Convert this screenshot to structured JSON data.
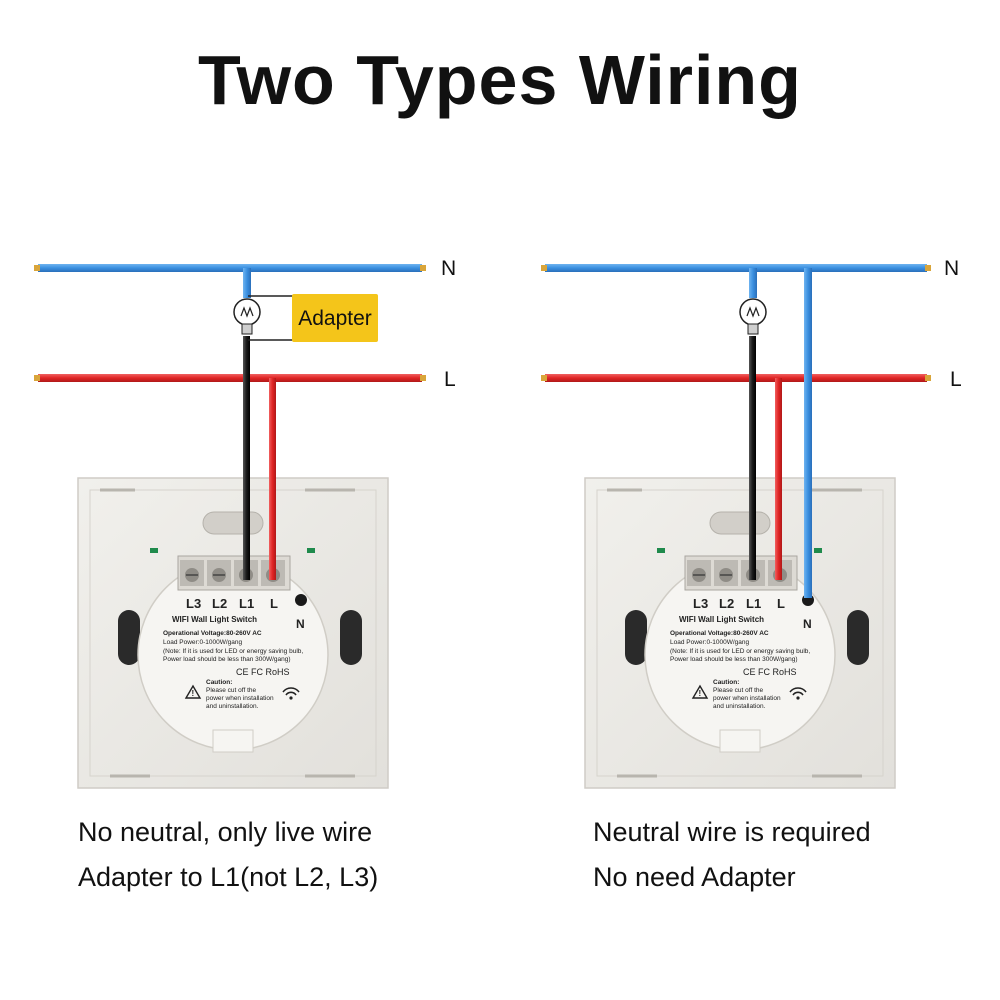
{
  "title": "Two Types Wiring",
  "colors": {
    "neutral_wire": "#3a8fe0",
    "live_wire": "#e02424",
    "load_wire": "#1a1a1a",
    "adapter_box": "#f4c51a",
    "panel": "#eceae6"
  },
  "diagrams": [
    {
      "neutral_label": "N",
      "live_label": "L",
      "adapter_label": "Adapter",
      "terminals": [
        "L3",
        "L2",
        "L1",
        "L"
      ],
      "neutral_terminal": "N",
      "module_title": "WIFI Wall Light Switch",
      "spec_voltage": "Operational Voltage:80-260V AC",
      "spec_power": "Load Power:0-1000W/gang",
      "spec_note1": "(Note: If it is used for LED or energy saving bulb,",
      "spec_note2": "Power load should be less than 300W/gang)",
      "cert_marks": "CE FC RoHS",
      "caution_title": "Caution:",
      "caution_line1": "Please cut off the",
      "caution_line2": "power when installation",
      "caution_line3": "and uninstallation.",
      "caption_line1": "No neutral, only live wire",
      "caption_line2": "Adapter to L1(not L2, L3)"
    },
    {
      "neutral_label": "N",
      "live_label": "L",
      "terminals": [
        "L3",
        "L2",
        "L1",
        "L"
      ],
      "neutral_terminal": "N",
      "module_title": "WIFI Wall Light Switch",
      "spec_voltage": "Operational Voltage:80-260V AC",
      "spec_power": "Load Power:0-1000W/gang",
      "spec_note1": "(Note: If it is used for LED or energy saving bulb,",
      "spec_note2": "Power load should be less than 300W/gang)",
      "cert_marks": "CE FC RoHS",
      "caution_title": "Caution:",
      "caution_line1": "Please cut off the",
      "caution_line2": "power when installation",
      "caution_line3": "and uninstallation.",
      "caption_line1": "Neutral wire is required",
      "caption_line2": "No need Adapter"
    }
  ]
}
